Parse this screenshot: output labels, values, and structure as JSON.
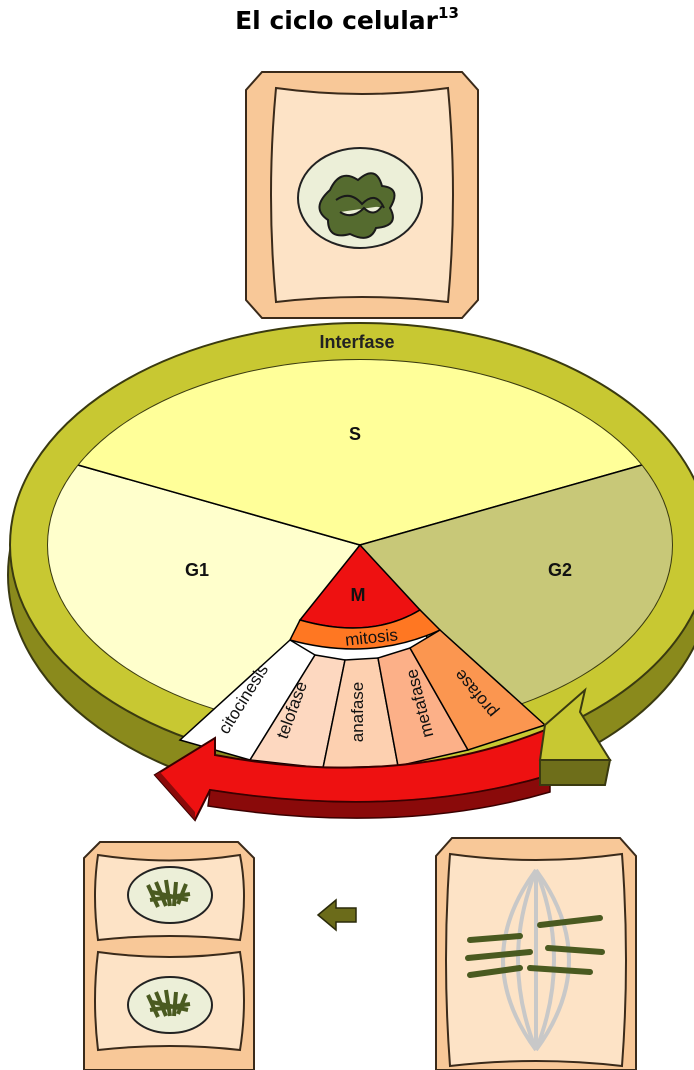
{
  "title": {
    "text": "El ciclo celular",
    "footnote": "13"
  },
  "cycle": {
    "ring_label": "Interfase",
    "sectors": {
      "s": "S",
      "g1": "G1",
      "g2": "G2",
      "m": "M"
    },
    "mitosis_label": "mitosis",
    "phases": [
      "citocinesis",
      "telofase",
      "anafase",
      "metafase",
      "profase"
    ]
  },
  "colors": {
    "ring": "#c8c832",
    "s": "#ffff99",
    "g1": "#ffffcc",
    "g2": "#c8c878",
    "m": "#ee1111",
    "mitosis": "#ff7722",
    "cell_fill": "#fde3c6",
    "cell_wall": "#f8c898",
    "arrow_red": "#ee1111"
  }
}
